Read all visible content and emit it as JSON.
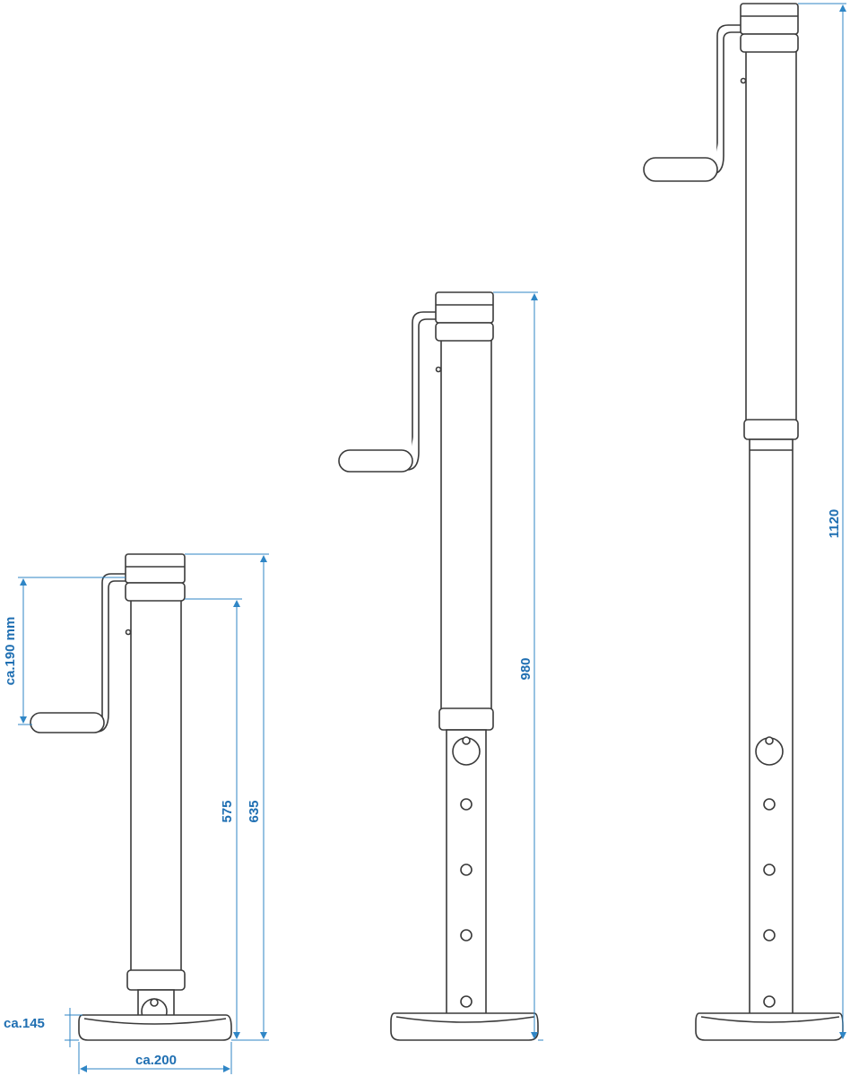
{
  "colors": {
    "dimension": "#2f86c6",
    "dimension_text": "#1f6fb2",
    "outline": "#3a3a3a"
  },
  "labels": {
    "crank_drop": "ca.190 mm",
    "height_tube": "575",
    "height_total": "635",
    "foot_height": "ca.145",
    "foot_width": "ca.200",
    "height_mid": "980",
    "height_max": "1120"
  }
}
